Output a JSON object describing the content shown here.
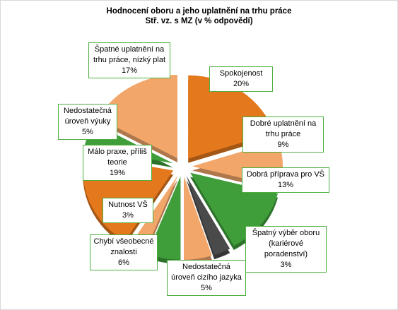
{
  "chart_data": {
    "type": "pie",
    "title": "Hodnocení oboru a jeho uplatnění na trhu práce",
    "subtitle": "Stř. vz. s MZ (v % odpovědí)",
    "slices": [
      {
        "label": "Spokojenost",
        "value": 20,
        "value_label": "20%",
        "color": "#e4781c"
      },
      {
        "label": "Dobré uplatnění na trhu práce",
        "value": 9,
        "value_label": "9%",
        "color": "#f2a66a"
      },
      {
        "label": "Dobrá příprava pro VŠ",
        "value": 13,
        "value_label": "13%",
        "color": "#3f9e3a"
      },
      {
        "label": "Špatný výběr oboru (kariérové poradenství)",
        "value": 3,
        "value_label": "3%",
        "color": "#4a4a4a"
      },
      {
        "label": "Nedostatečná úroveň cizího jazyka",
        "value": 5,
        "value_label": "5%",
        "color": "#f2a66a"
      },
      {
        "label": "Chybí všeobecné znalosti",
        "value": 6,
        "value_label": "6%",
        "color": "#3f9e3a"
      },
      {
        "label": "Nutnost VŠ",
        "value": 3,
        "value_label": "3%",
        "color": "#f2a66a"
      },
      {
        "label": "Málo praxe, příliš teorie",
        "value": 19,
        "value_label": "19%",
        "color": "#e4781c"
      },
      {
        "label": "Nedostatečná úroveň výuky",
        "value": 5,
        "value_label": "5%",
        "color": "#3f9e3a"
      },
      {
        "label": "Špatné uplatnění na trhu práce, nízký plat",
        "value": 17,
        "value_label": "17%",
        "color": "#f2a66a"
      }
    ]
  }
}
